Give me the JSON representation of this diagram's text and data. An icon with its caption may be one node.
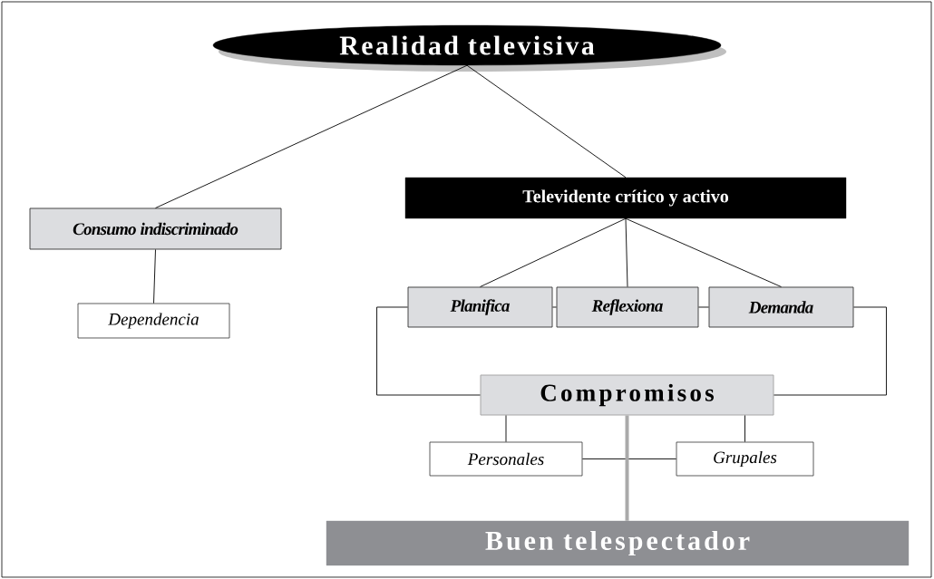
{
  "diagram": {
    "nodes": [
      {
        "text": [
          "Realidad televisiva"
        ]
      },
      {
        "text": [
          "Consumo indiscriminado"
        ]
      },
      {
        "text": [
          "Televidente crítico y activo"
        ]
      },
      {
        "text": [
          "Dependencia"
        ]
      },
      {
        "text": [
          "Planifica"
        ]
      },
      {
        "text": [
          "Reflexiona"
        ]
      },
      {
        "text": [
          "Demanda"
        ]
      },
      {
        "text": [
          "Compromisos"
        ]
      },
      {
        "text": [
          "Personales"
        ]
      },
      {
        "text": [
          "Grupales"
        ]
      },
      {
        "text": [
          "Buen telespectador"
        ]
      }
    ],
    "edges": [
      {
        "from": 0,
        "to": 1,
        "arrow": "none"
      },
      {
        "from": 0,
        "to": 2,
        "arrow": "none"
      },
      {
        "from": 1,
        "to": 3,
        "arrow": "none"
      },
      {
        "from": 2,
        "to": 4,
        "arrow": "none"
      },
      {
        "from": 2,
        "to": 5,
        "arrow": "none"
      },
      {
        "from": 2,
        "to": 6,
        "arrow": "none"
      },
      {
        "from": 4,
        "to": 5,
        "arrow": "none"
      },
      {
        "from": 5,
        "to": 6,
        "arrow": "none"
      },
      {
        "from": 4,
        "to": 7,
        "arrow": "none"
      },
      {
        "from": 6,
        "to": 7,
        "arrow": "none"
      },
      {
        "from": 7,
        "to": 8,
        "arrow": "none"
      },
      {
        "from": 7,
        "to": 9,
        "arrow": "none"
      },
      {
        "from": 8,
        "to": 9,
        "arrow": "none"
      },
      {
        "from": 7,
        "to": 10,
        "arrow": "none",
        "style": "thick",
        "color": "#aaaaaa"
      }
    ]
  }
}
